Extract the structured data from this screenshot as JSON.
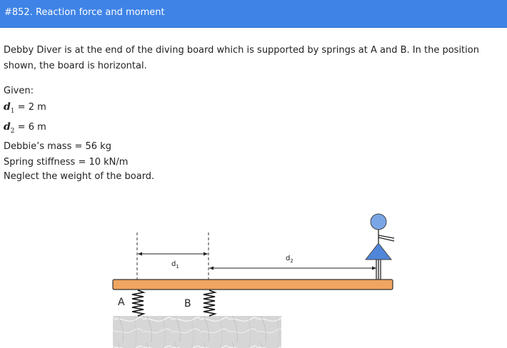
{
  "header": {
    "title": "#852. Reaction force and moment"
  },
  "problem": {
    "intro": "Debby Diver is at the end of the diving board which is supported by springs at A and B. In the position shown, the board is horizontal.",
    "given_label": "Given:",
    "d1": {
      "symbol": "d",
      "sub": "1",
      "value": " = 2 m"
    },
    "d2": {
      "symbol": "d",
      "sub": "2",
      "value": " = 6 m"
    },
    "mass": "Debbie’s mass = 56 kg",
    "stiffness": "Spring stiffness = 10 kN/m",
    "neglect": "Neglect the weight of the board."
  },
  "figure": {
    "label_d1": "d",
    "label_d1_sub": "1",
    "label_d2": "d",
    "label_d2_sub": "2",
    "label_A": "A",
    "label_B": "B",
    "colors": {
      "board": "#f0a560",
      "head": "#7aa6e6",
      "body": "#4f86d9",
      "ground": "#cfcfcf"
    }
  }
}
